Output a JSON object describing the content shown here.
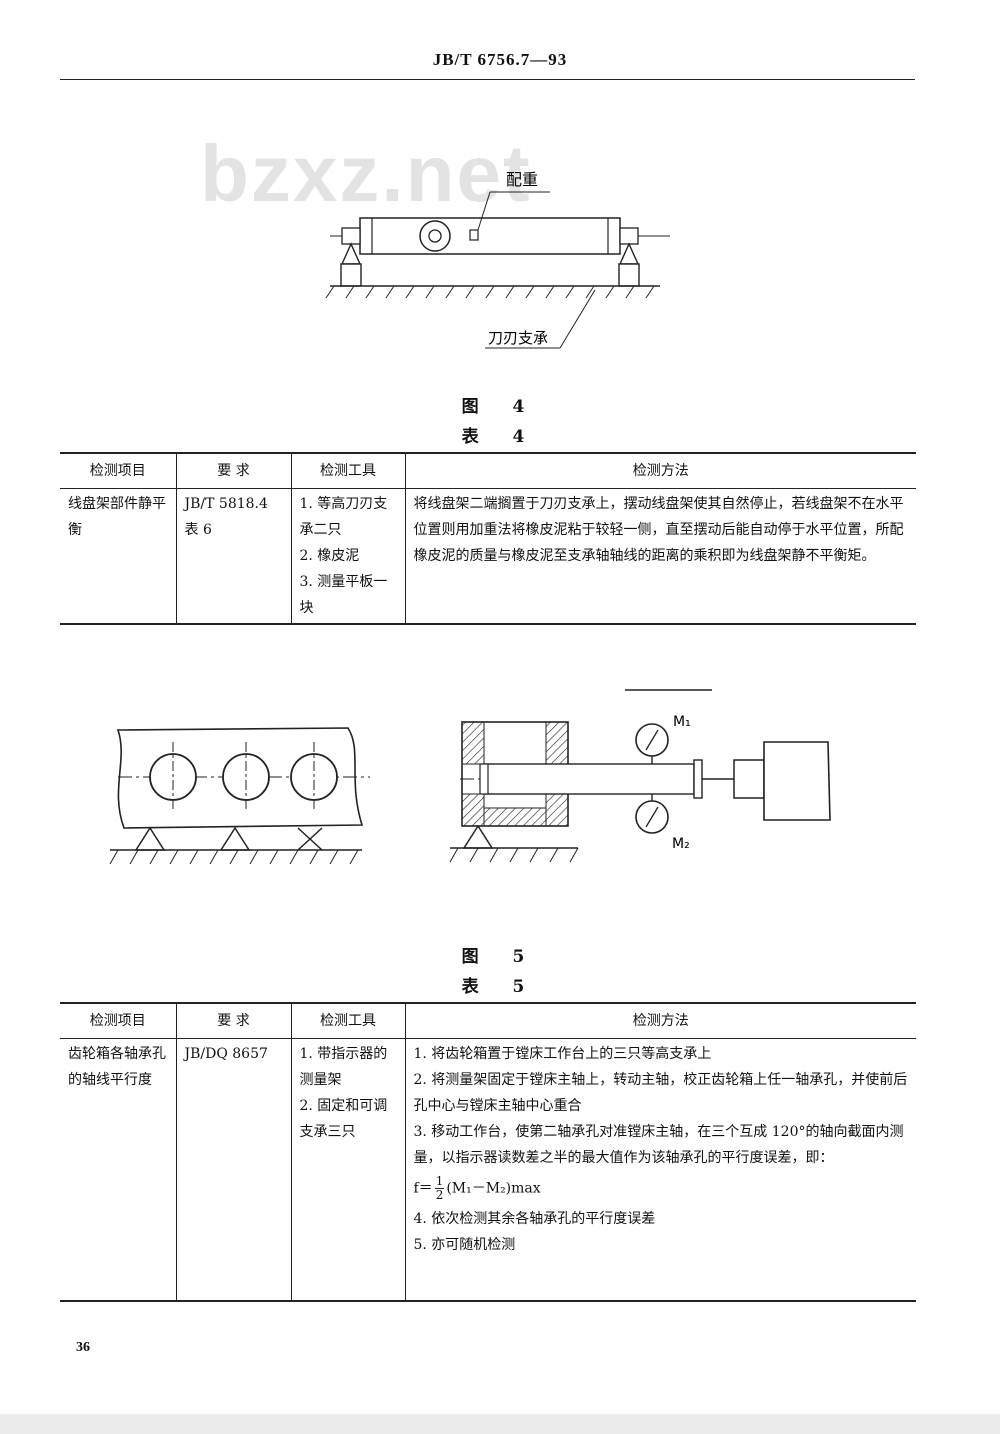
{
  "header": {
    "code": "JB/T 6756.7—93"
  },
  "watermark": "bzxz.net",
  "figure4": {
    "label_counterweight": "配重",
    "label_knife_support": "刀刃支承",
    "caption": "图 4"
  },
  "table4": {
    "caption": "表 4",
    "headers": [
      "检测项目",
      "要 求",
      "检测工具",
      "检测方法"
    ],
    "row": {
      "item": "线盘架部件静平衡",
      "requirement_line1": "JB/T 5818.4",
      "requirement_line2": "表 6",
      "tools": [
        "1. 等高刀刃支承二只",
        "2. 橡皮泥",
        "3. 测量平板一块"
      ],
      "method": "将线盘架二端搁置于刀刃支承上，摆动线盘架使其自然停止，若线盘架不在水平位置则用加重法将橡皮泥粘于较轻一侧，直至摆动后能自动停于水平位置，所配橡皮泥的质量与橡皮泥至支承轴轴线的距离的乘积即为线盘架静不平衡矩。"
    }
  },
  "figure5": {
    "label_m1": "M₁",
    "label_m2": "M₂",
    "caption": "图 5"
  },
  "table5": {
    "caption": "表 5",
    "headers": [
      "检测项目",
      "要 求",
      "检测工具",
      "检测方法"
    ],
    "row": {
      "item": "齿轮箱各轴承孔的轴线平行度",
      "requirement": "JB/DQ 8657",
      "tools": [
        "1. 带指示器的测量架",
        "2. 固定和可调支承三只"
      ],
      "method_lines": [
        "1. 将齿轮箱置于镗床工作台上的三只等高支承上",
        "2. 将测量架固定于镗床主轴上，转动主轴，校正齿轮箱上任一轴承孔，并使前后孔中心与镗床主轴中心重合",
        "3. 移动工作台，使第二轴承孔对准镗床主轴，在三个互成 120°的轴向截面内测量，以指示器读数差之半的最大值作为该轴承孔的平行度误差，即："
      ],
      "formula_prefix": "f＝",
      "formula_num": "1",
      "formula_den": "2",
      "formula_suffix": "(M₁－M₂)max",
      "method_lines_after": [
        "4. 依次检测其余各轴承孔的平行度误差",
        "5. 亦可随机检测"
      ]
    }
  },
  "page_number": "36"
}
